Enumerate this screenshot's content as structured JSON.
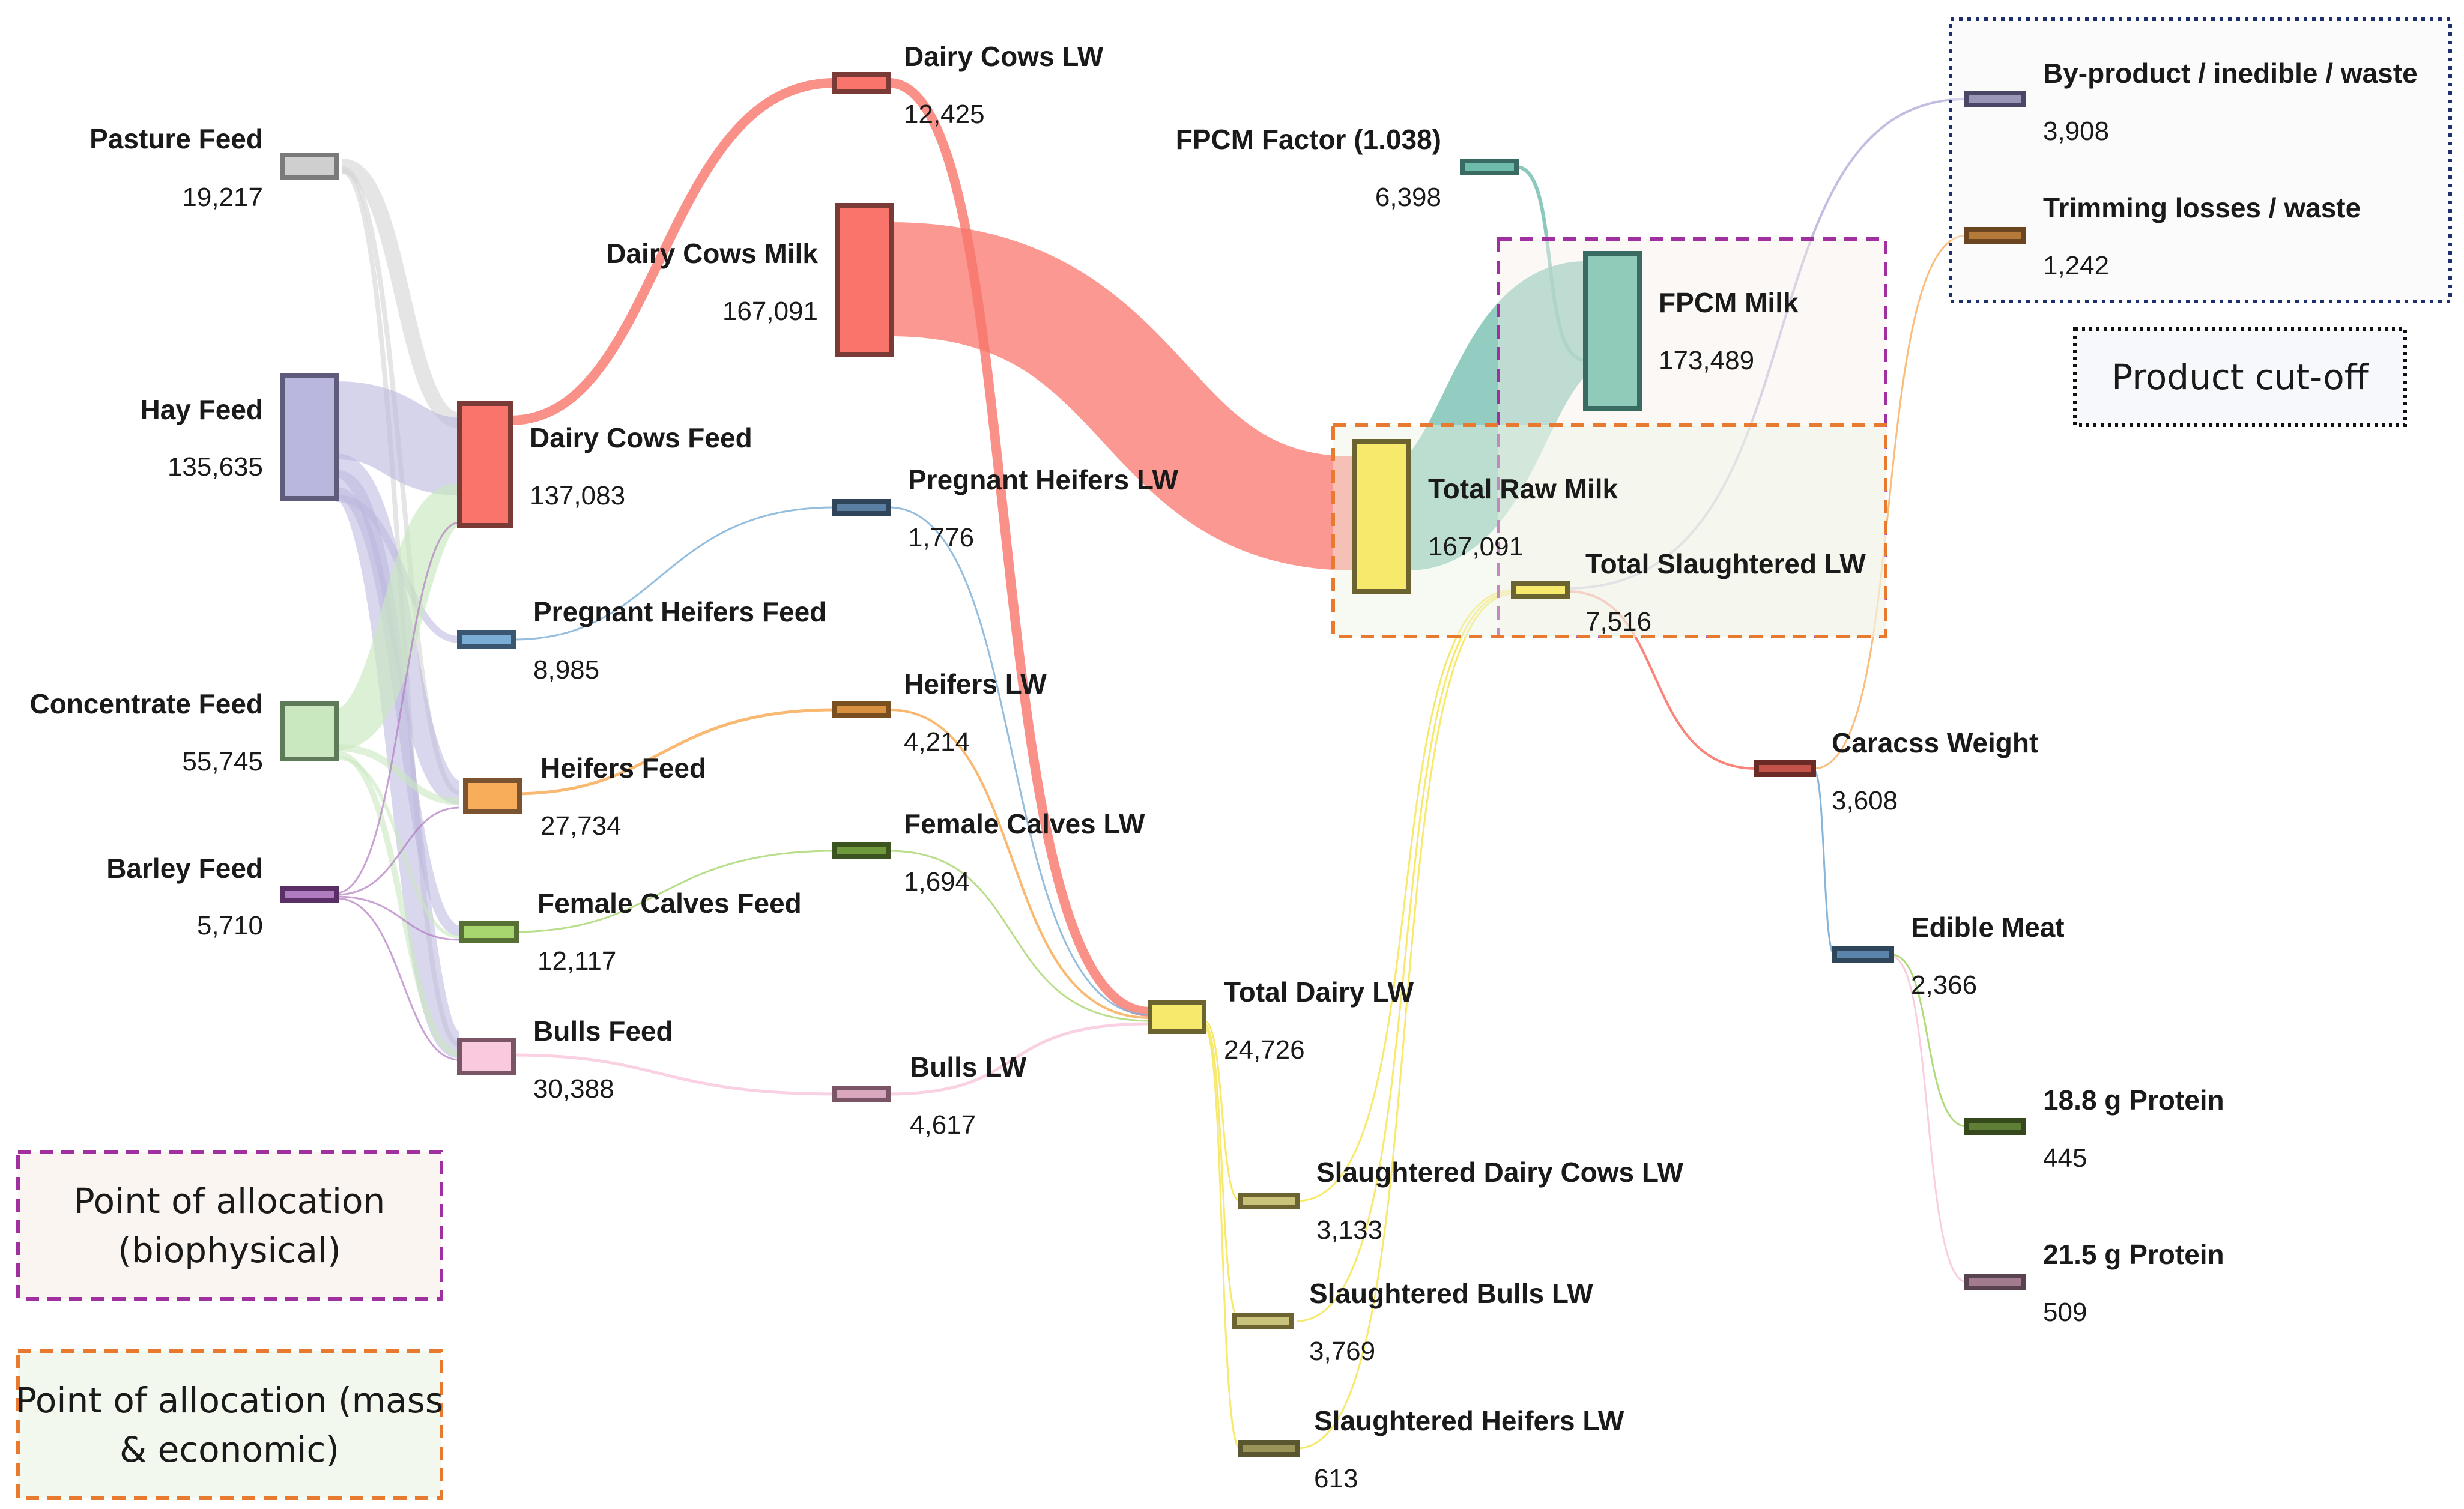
{
  "nodes": [
    {
      "id": "pasture_feed",
      "label": "Pasture Feed",
      "value": "19,217",
      "color": "#cfcfcf",
      "stroke": "#7a7a7a"
    },
    {
      "id": "hay_feed",
      "label": "Hay Feed",
      "value": "135,635",
      "color": "#b9b7de",
      "stroke": "#5e5c7a"
    },
    {
      "id": "concentrate_feed",
      "label": "Concentrate Feed",
      "value": "55,745",
      "color": "#c9e8c0",
      "stroke": "#5f7a58"
    },
    {
      "id": "barley_feed",
      "label": "Barley Feed",
      "value": "5,710",
      "color": "#b07bbf",
      "stroke": "#5a2f66"
    },
    {
      "id": "dairy_cows_feed",
      "label": "Dairy Cows Feed",
      "value": "137,083",
      "color": "#f9756c",
      "stroke": "#7a3a35"
    },
    {
      "id": "pregnant_heifers_feed",
      "label": "Pregnant Heifers Feed",
      "value": "8,985",
      "color": "#7aaed6",
      "stroke": "#3b5670"
    },
    {
      "id": "heifers_feed",
      "label": "Heifers Feed",
      "value": "27,734",
      "color": "#f8ad5b",
      "stroke": "#7a5430"
    },
    {
      "id": "female_calves_feed",
      "label": "Female Calves Feed",
      "value": "12,117",
      "color": "#a7d66e",
      "stroke": "#567036"
    },
    {
      "id": "bulls_feed",
      "label": "Bulls Feed",
      "value": "30,388",
      "color": "#f9c9dd",
      "stroke": "#7a5566"
    },
    {
      "id": "dairy_cows_lw",
      "label": "Dairy Cows LW",
      "value": "12,425",
      "color": "#f9756c",
      "stroke": "#7a3a35"
    },
    {
      "id": "dairy_cows_milk",
      "label": "Dairy Cows Milk",
      "value": "167,091",
      "color": "#f9756c",
      "stroke": "#7a3a35"
    },
    {
      "id": "pregnant_heifers_lw",
      "label": "Pregnant Heifers LW",
      "value": "1,776",
      "color": "#5a7fa3",
      "stroke": "#2f4559"
    },
    {
      "id": "heifers_lw",
      "label": "Heifers LW",
      "value": "4,214",
      "color": "#d9903f",
      "stroke": "#7a4f20"
    },
    {
      "id": "female_calves_lw",
      "label": "Female Calves LW",
      "value": "1,694",
      "color": "#6e9a3d",
      "stroke": "#3c5520"
    },
    {
      "id": "bulls_lw",
      "label": "Bulls LW",
      "value": "4,617",
      "color": "#d9a7bd",
      "stroke": "#7a5566"
    },
    {
      "id": "fpcm_factor",
      "label": "FPCM Factor (1.038)",
      "value": "6,398",
      "color": "#6fbcad",
      "stroke": "#3a6b62"
    },
    {
      "id": "fpcm_milk",
      "label": "FPCM Milk",
      "value": "173,489",
      "color": "#8fcbb8",
      "stroke": "#3a6b62"
    },
    {
      "id": "total_raw_milk",
      "label": "Total Raw Milk",
      "value": "167,091",
      "color": "#f7e96c",
      "stroke": "#6b6330"
    },
    {
      "id": "total_slaughtered_lw",
      "label": "Total Slaughtered LW",
      "value": "7,516",
      "color": "#f7e96c",
      "stroke": "#6b6330"
    },
    {
      "id": "total_dairy_lw",
      "label": "Total Dairy LW",
      "value": "24,726",
      "color": "#f7e96c",
      "stroke": "#6b6330"
    },
    {
      "id": "slaughtered_dairy_cows_lw",
      "label": "Slaughtered Dairy Cows LW",
      "value": "3,133",
      "color": "#c9c27a",
      "stroke": "#6b6430"
    },
    {
      "id": "slaughtered_bulls_lw",
      "label": "Slaughtered Bulls LW",
      "value": "3,769",
      "color": "#c9c27a",
      "stroke": "#6b6430"
    },
    {
      "id": "slaughtered_heifers_lw",
      "label": "Slaughtered Heifers LW",
      "value": "613",
      "color": "#9a9458",
      "stroke": "#5a5630"
    },
    {
      "id": "by_product",
      "label": "By-product / inedible / waste",
      "value": "3,908",
      "color": "#9a96b8",
      "stroke": "#4a4766"
    },
    {
      "id": "trimming_losses",
      "label": "Trimming losses / waste",
      "value": "1,242",
      "color": "#b5793a",
      "stroke": "#6b4520"
    },
    {
      "id": "carcass_weight",
      "label": "Caracss Weight",
      "value": "3,608",
      "color": "#c2524a",
      "stroke": "#6b2a25"
    },
    {
      "id": "edible_meat",
      "label": "Edible Meat",
      "value": "2,366",
      "color": "#5b84ad",
      "stroke": "#2f4559"
    },
    {
      "id": "protein_188",
      "label": "18.8 g Protein",
      "value": "445",
      "color": "#5e7f35",
      "stroke": "#35491c"
    },
    {
      "id": "protein_215",
      "label": "21.5 g Protein",
      "value": "509",
      "color": "#a37b8f",
      "stroke": "#5a4350"
    }
  ],
  "boxes": {
    "product_cutoff": "Product cut-off",
    "allocation_biophysical_line1": "Point of allocation",
    "allocation_biophysical_line2": "(biophysical)",
    "allocation_mass_line1": "Point of allocation (mass",
    "allocation_mass_line2": "& economic)"
  },
  "colors": {
    "biophysical_border": "#a030a0",
    "mass_economic_border": "#e87a30",
    "cutoff_border": "#1c2f6b"
  }
}
